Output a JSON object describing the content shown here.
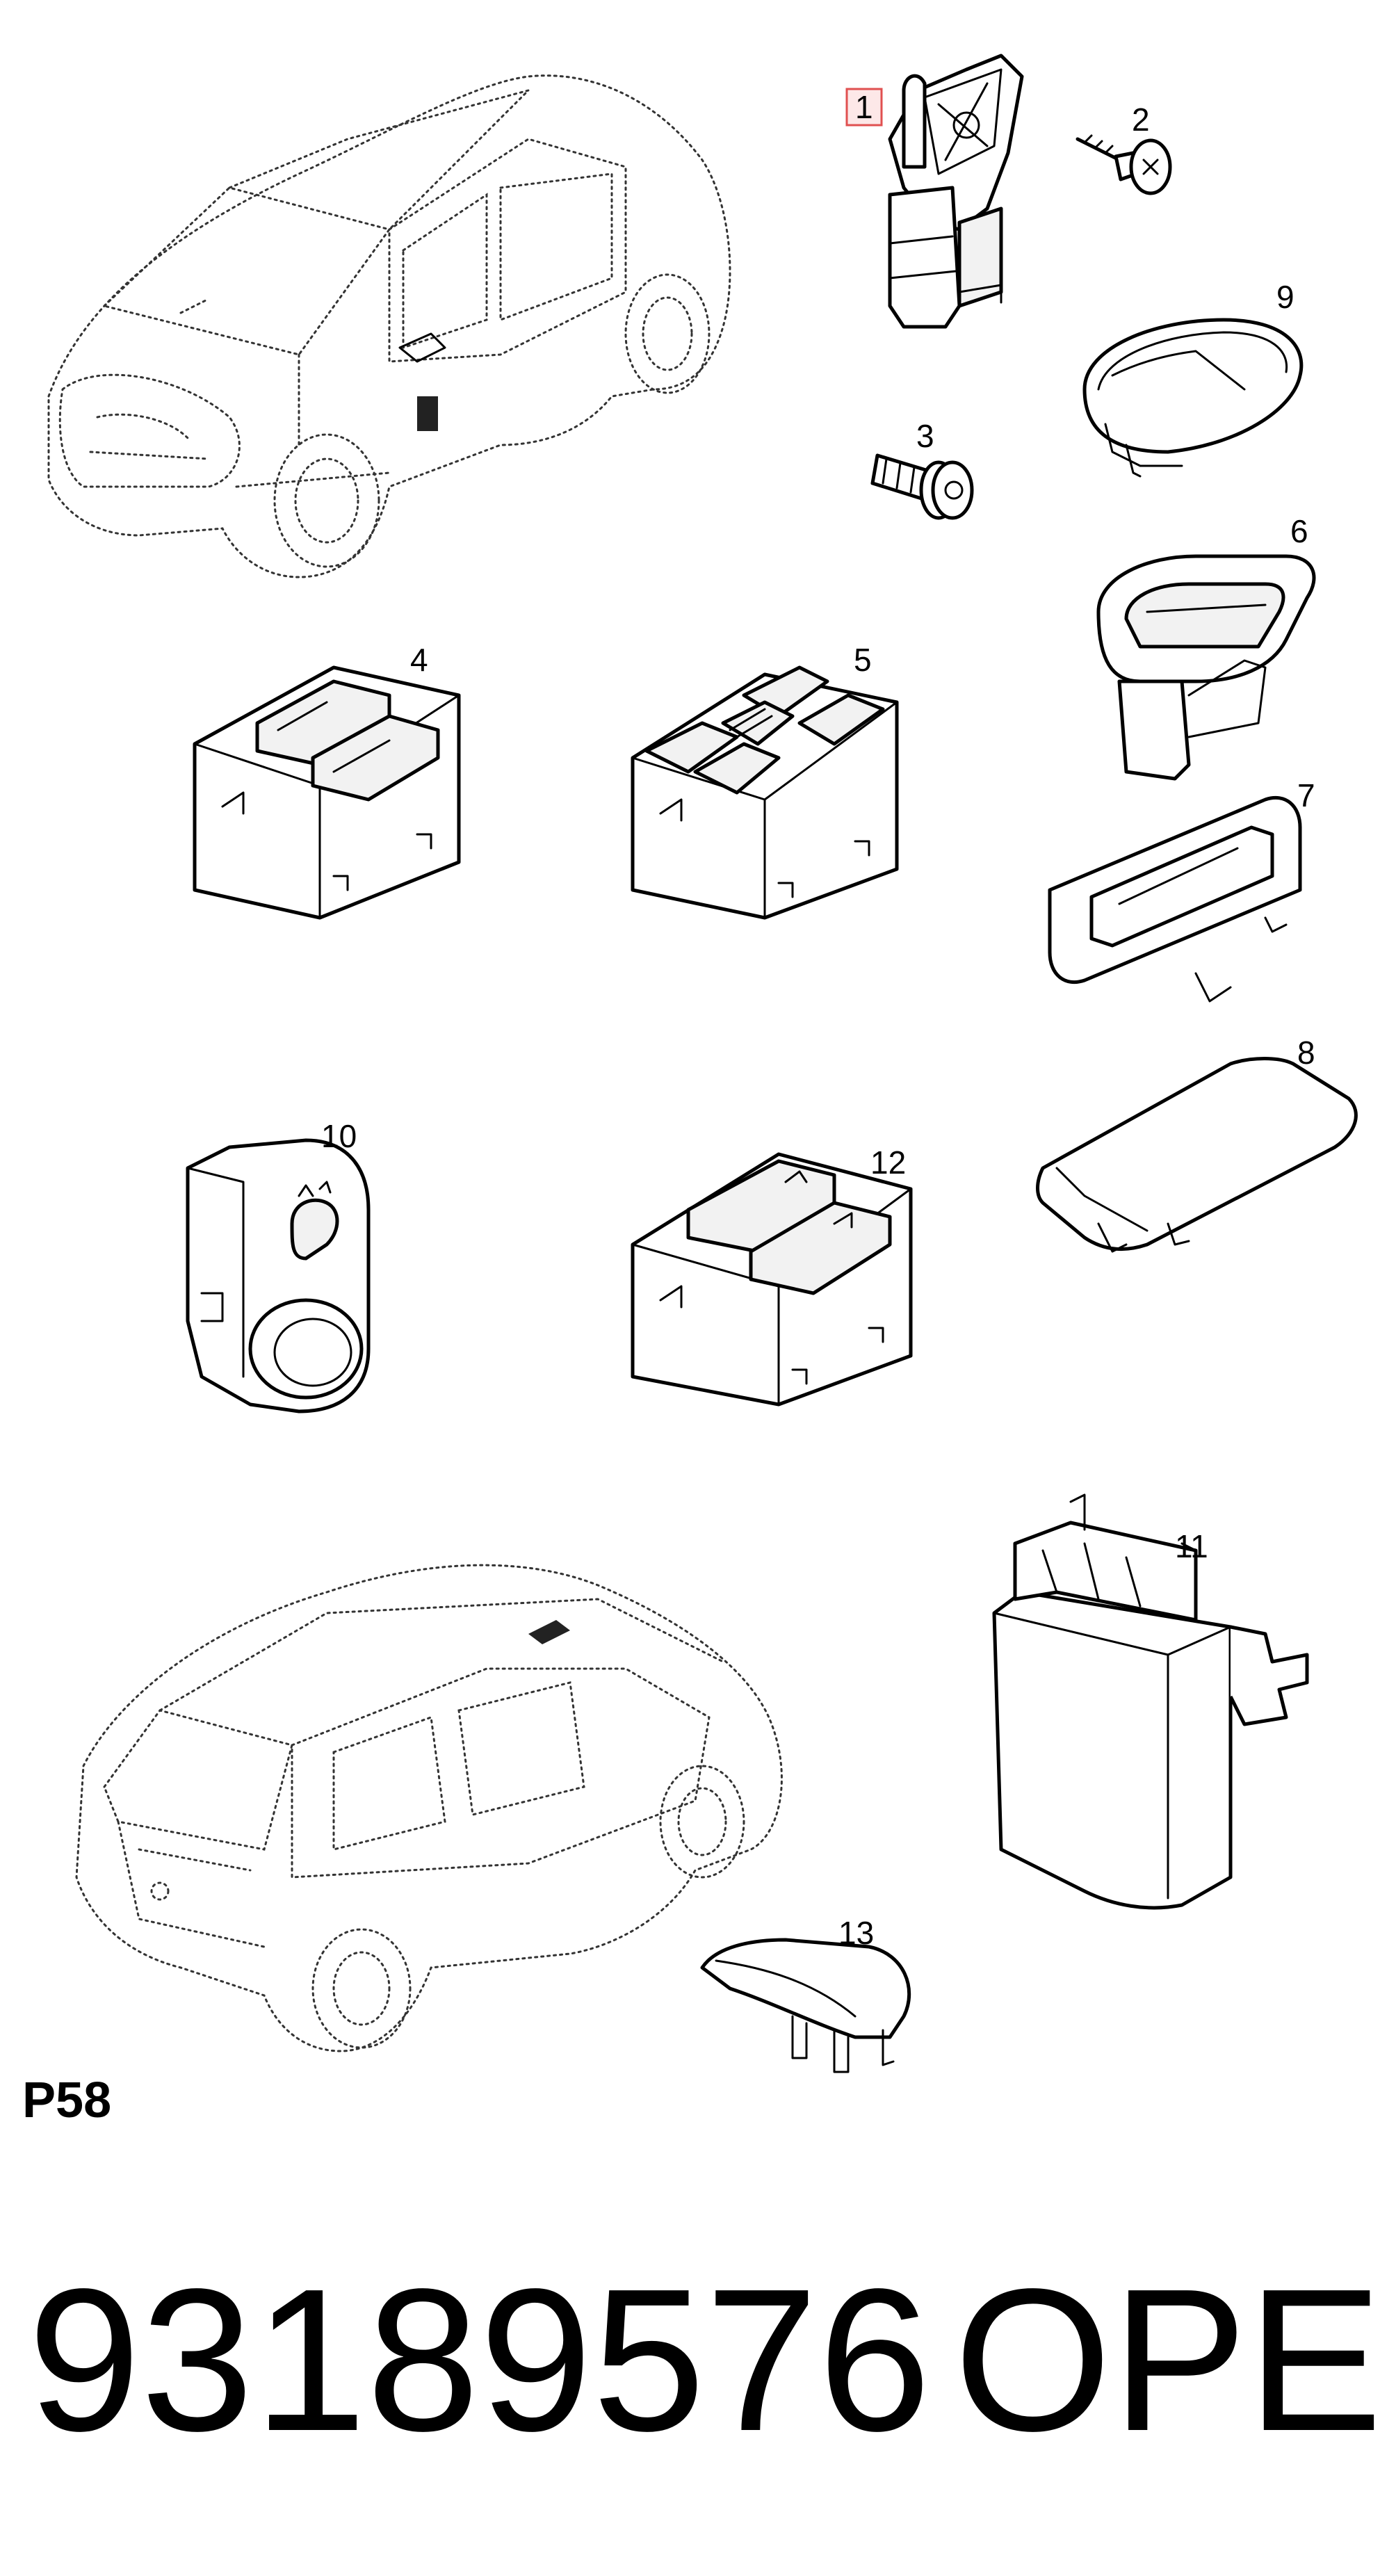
{
  "diagram": {
    "page_id": "P58",
    "part_number": "93189576",
    "brand": "OPEL",
    "callouts": [
      {
        "id": "1",
        "highlighted": true
      },
      {
        "id": "2"
      },
      {
        "id": "3"
      },
      {
        "id": "4"
      },
      {
        "id": "5"
      },
      {
        "id": "6"
      },
      {
        "id": "7"
      },
      {
        "id": "8"
      },
      {
        "id": "9"
      },
      {
        "id": "10"
      },
      {
        "id": "11"
      },
      {
        "id": "12"
      },
      {
        "id": "13"
      }
    ],
    "colors": {
      "line": "#000000",
      "background": "#ffffff",
      "highlight_box": "#e05050",
      "highlight_fill": "#fde8e8"
    }
  }
}
